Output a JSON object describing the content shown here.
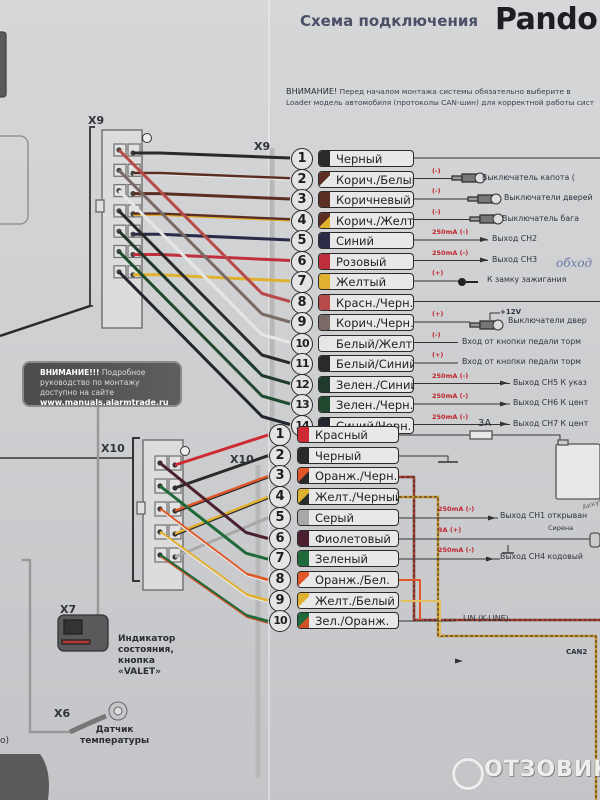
{
  "header": {
    "title": "Схема подключения",
    "brand": "Pando",
    "warning_bold": "ВНИМАНИЕ!",
    "warning_line1": " Перед началом монтажа системы обязательно выберите в",
    "warning_line2": "Loader модель автомобиля (протоколы CAN-шин) для корректной работы сист"
  },
  "connectors": {
    "x9_label": "X9",
    "x10_label": "X10",
    "x7_label": "X7",
    "x6_label": "X6",
    "pin1_marker": "1"
  },
  "notice": {
    "bold": "ВНИМАНИЕ!!!",
    "text1": " Подробное",
    "text2": "руководство по монтажу",
    "text3": "доступно на сайте",
    "url": "www.manuals.alarmtrade.ru"
  },
  "x9_wires": [
    {
      "num": "1",
      "label": "Черный",
      "color": "#2a2a2a",
      "color2": "#2a2a2a",
      "current": "",
      "annotation": ""
    },
    {
      "num": "2",
      "label": "Корич./Белый",
      "color": "#5a2e22",
      "color2": "#e8e8e8",
      "current": "(-)",
      "annotation": "Выключатель капота ("
    },
    {
      "num": "3",
      "label": "Коричневый",
      "color": "#5a2e22",
      "color2": "#5a2e22",
      "current": "(-)",
      "annotation": "Выключатели дверей"
    },
    {
      "num": "4",
      "label": "Корич./Желт.",
      "color": "#5a2e22",
      "color2": "#e0b030",
      "current": "(-)",
      "annotation": "Выключатель бага"
    },
    {
      "num": "5",
      "label": "Синий",
      "color": "#2b2d48",
      "color2": "#2b2d48",
      "current": "250mA (-)",
      "annotation": "Выход CH2"
    },
    {
      "num": "6",
      "label": "Розовый",
      "color": "#c0303c",
      "color2": "#c0303c",
      "current": "250mA (-)",
      "annotation": "Выход CH3"
    },
    {
      "num": "7",
      "label": "Желтый",
      "color": "#e0b030",
      "color2": "#e0b030",
      "current": "(+)",
      "annotation": "К замку зажигания"
    },
    {
      "num": "8",
      "label": "Красн./Черн.",
      "color": "#b84a4a",
      "color2": "#b84a4a",
      "current": "",
      "annotation": ""
    },
    {
      "num": "9",
      "label": "Корич./Черн.",
      "color": "#7a6a66",
      "color2": "#7a6a66",
      "current": "(+)",
      "annotation": "Выключатели двер"
    },
    {
      "num": "10",
      "label": "Белый/Желт.",
      "color": "#e6e6e6",
      "color2": "#e6e6e6",
      "current": "(-)",
      "annotation": "Вход от кнопки педали торм"
    },
    {
      "num": "11",
      "label": "Белый/Синий",
      "color": "#2a2a2a",
      "color2": "#2a2a2a",
      "current": "(+)",
      "annotation": "Вход от кнопки педали торм"
    },
    {
      "num": "12",
      "label": "Зелен./Синий",
      "color": "#1f3a2a",
      "color2": "#1f3a2a",
      "current": "250mA (-)",
      "annotation": "Выход CH5 К указ"
    },
    {
      "num": "13",
      "label": "Зелен./Черн.",
      "color": "#1f4a30",
      "color2": "#1f4a30",
      "current": "250mA (-)",
      "annotation": "Выход CH6 К цент"
    },
    {
      "num": "14",
      "label": "Синий/Черн.",
      "color": "#22242e",
      "color2": "#22242e",
      "current": "250mA (-)",
      "annotation": "Выход CH7 К цент"
    }
  ],
  "x10_wires": [
    {
      "num": "1",
      "label": "Красный",
      "color": "#d02a34",
      "color2": "#d02a34",
      "current": "",
      "annotation": ""
    },
    {
      "num": "2",
      "label": "Черный",
      "color": "#2a2a2a",
      "color2": "#2a2a2a",
      "current": "",
      "annotation": ""
    },
    {
      "num": "3",
      "label": "Оранж./Черн.",
      "color": "#e0582a",
      "color2": "#2a2a2a",
      "current": "",
      "annotation": ""
    },
    {
      "num": "4",
      "label": "Желт./Черный",
      "color": "#e0b030",
      "color2": "#2a2a2a",
      "current": "",
      "annotation": ""
    },
    {
      "num": "5",
      "label": "Серый",
      "color": "#a8a8a8",
      "color2": "#a8a8a8",
      "current": "250mA (-)",
      "annotation": "Выход CH1 открыван"
    },
    {
      "num": "6",
      "label": "Фиолетовый",
      "color": "#4a2030",
      "color2": "#4a2030",
      "current": "3A (+)",
      "annotation": "Сирена"
    },
    {
      "num": "7",
      "label": "Зеленый",
      "color": "#1e6a3a",
      "color2": "#1e6a3a",
      "current": "250mA (-)",
      "annotation": "Выход CH4 кодовый"
    },
    {
      "num": "8",
      "label": "Оранж./Бел.",
      "color": "#e0582a",
      "color2": "#e8e8e8",
      "current": "",
      "annotation": ""
    },
    {
      "num": "9",
      "label": "Желт./Белый",
      "color": "#e0b030",
      "color2": "#e8e8e8",
      "current": "",
      "annotation": ""
    },
    {
      "num": "10",
      "label": "Зел./Оранж.",
      "color": "#1e6a3a",
      "color2": "#d0502a",
      "current": "",
      "annotation": "LIN (K-LINE)"
    }
  ],
  "extras": {
    "fuse_label": "3A",
    "battery_label": "Аккум",
    "can2_label": "CAN2",
    "plus12v": "+12V",
    "x7_desc_1": "Индикатор",
    "x7_desc_2": "состояния,",
    "x7_desc_3": "кнопка",
    "x7_desc_4": "«VALET»",
    "x6_desc_1": "Датчик",
    "x6_desc_2": "температуры",
    "handwriting": "обход",
    "left_cut_text": "о)"
  },
  "watermark": {
    "text": "ОТЗОВИК"
  }
}
